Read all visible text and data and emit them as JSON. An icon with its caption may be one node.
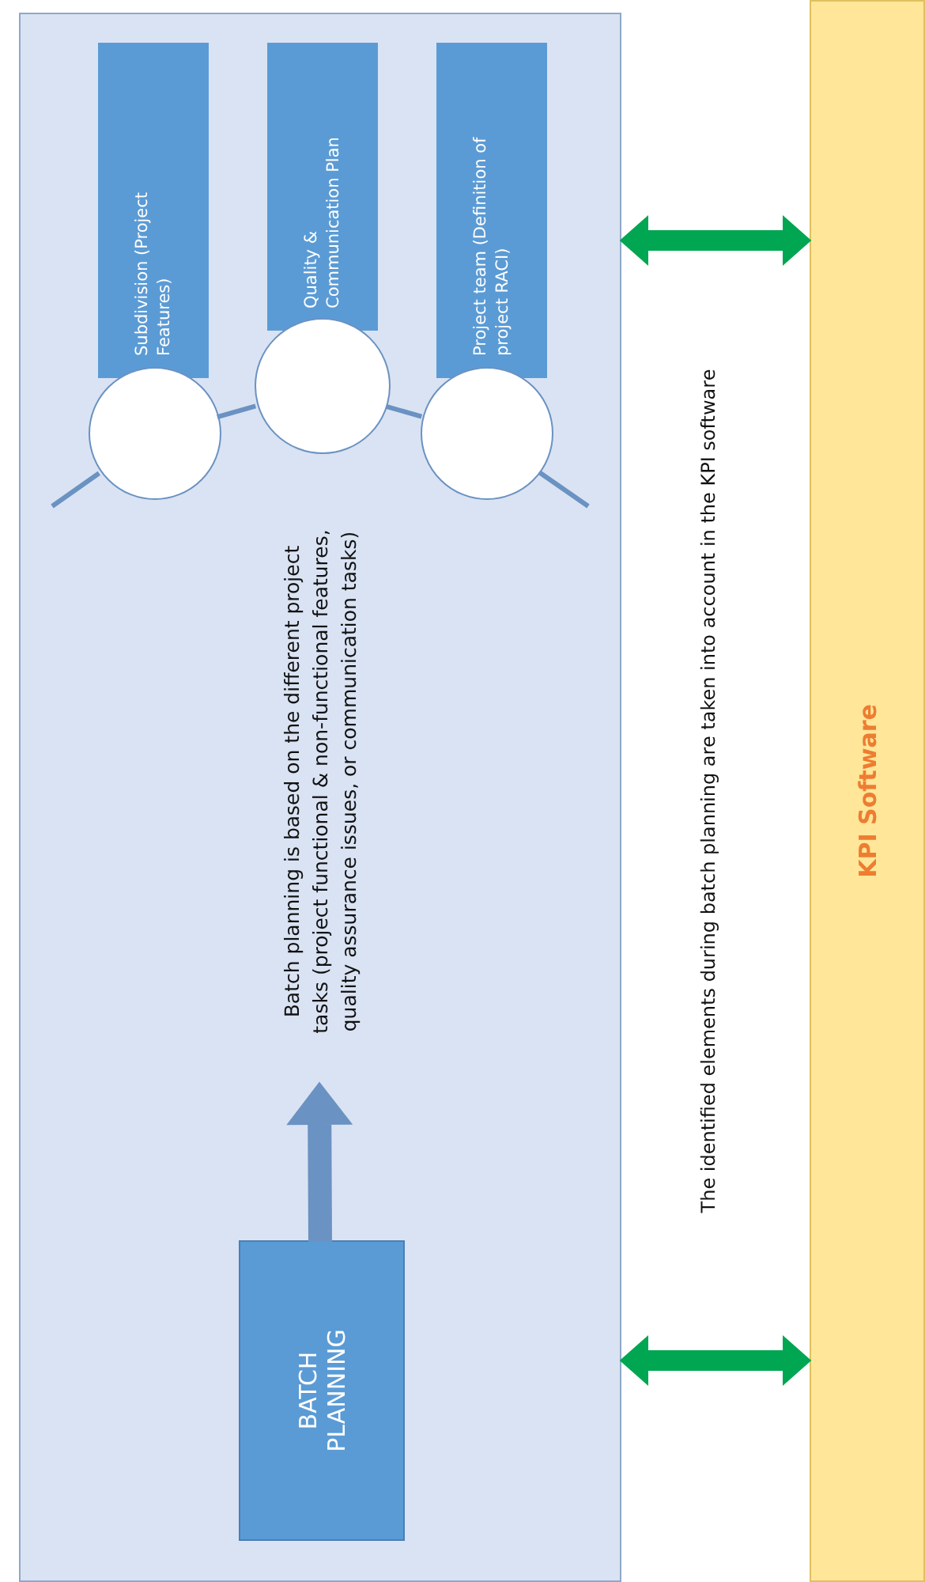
{
  "diagram": {
    "nodes": [
      {
        "text": [
          "Batch planning is based on the different project tasks (project functional & non-functional features, quality assurance issues, or communication tasks)"
        ]
      },
      {
        "text": [
          "Subdivision (Project Features)"
        ],
        "in": 0
      },
      {
        "text": [
          "Quality & Communication Plan"
        ],
        "in": 0
      },
      {
        "text": [
          "Project team (Definition of project RACI)"
        ],
        "in": 0
      },
      {
        "text": [],
        "shape": "circle",
        "in": 0
      },
      {
        "text": [],
        "shape": "circle",
        "in": 0
      },
      {
        "text": [],
        "shape": "circle",
        "in": 0
      },
      {
        "text": [
          "BATCH PLANNING"
        ],
        "in": 0
      },
      {
        "text": [
          "KPI Software"
        ]
      }
    ],
    "edges": [
      {
        "from": 7,
        "to": null,
        "arrow": "to",
        "style": "thick"
      },
      {
        "from": null,
        "to": 4,
        "arrow": "none"
      },
      {
        "from": 4,
        "to": 5,
        "arrow": "none"
      },
      {
        "from": 5,
        "to": 6,
        "arrow": "none"
      },
      {
        "from": 6,
        "to": null,
        "arrow": "none"
      },
      {
        "from": 0,
        "to": 8,
        "arrow": "both",
        "style": "thick",
        "color": "#00a651"
      },
      {
        "from": 0,
        "to": 8,
        "arrow": "both",
        "style": "thick",
        "color": "#00a651"
      }
    ],
    "labels": [
      "The identified elements during batch planning are taken into account in the KPI software"
    ]
  }
}
